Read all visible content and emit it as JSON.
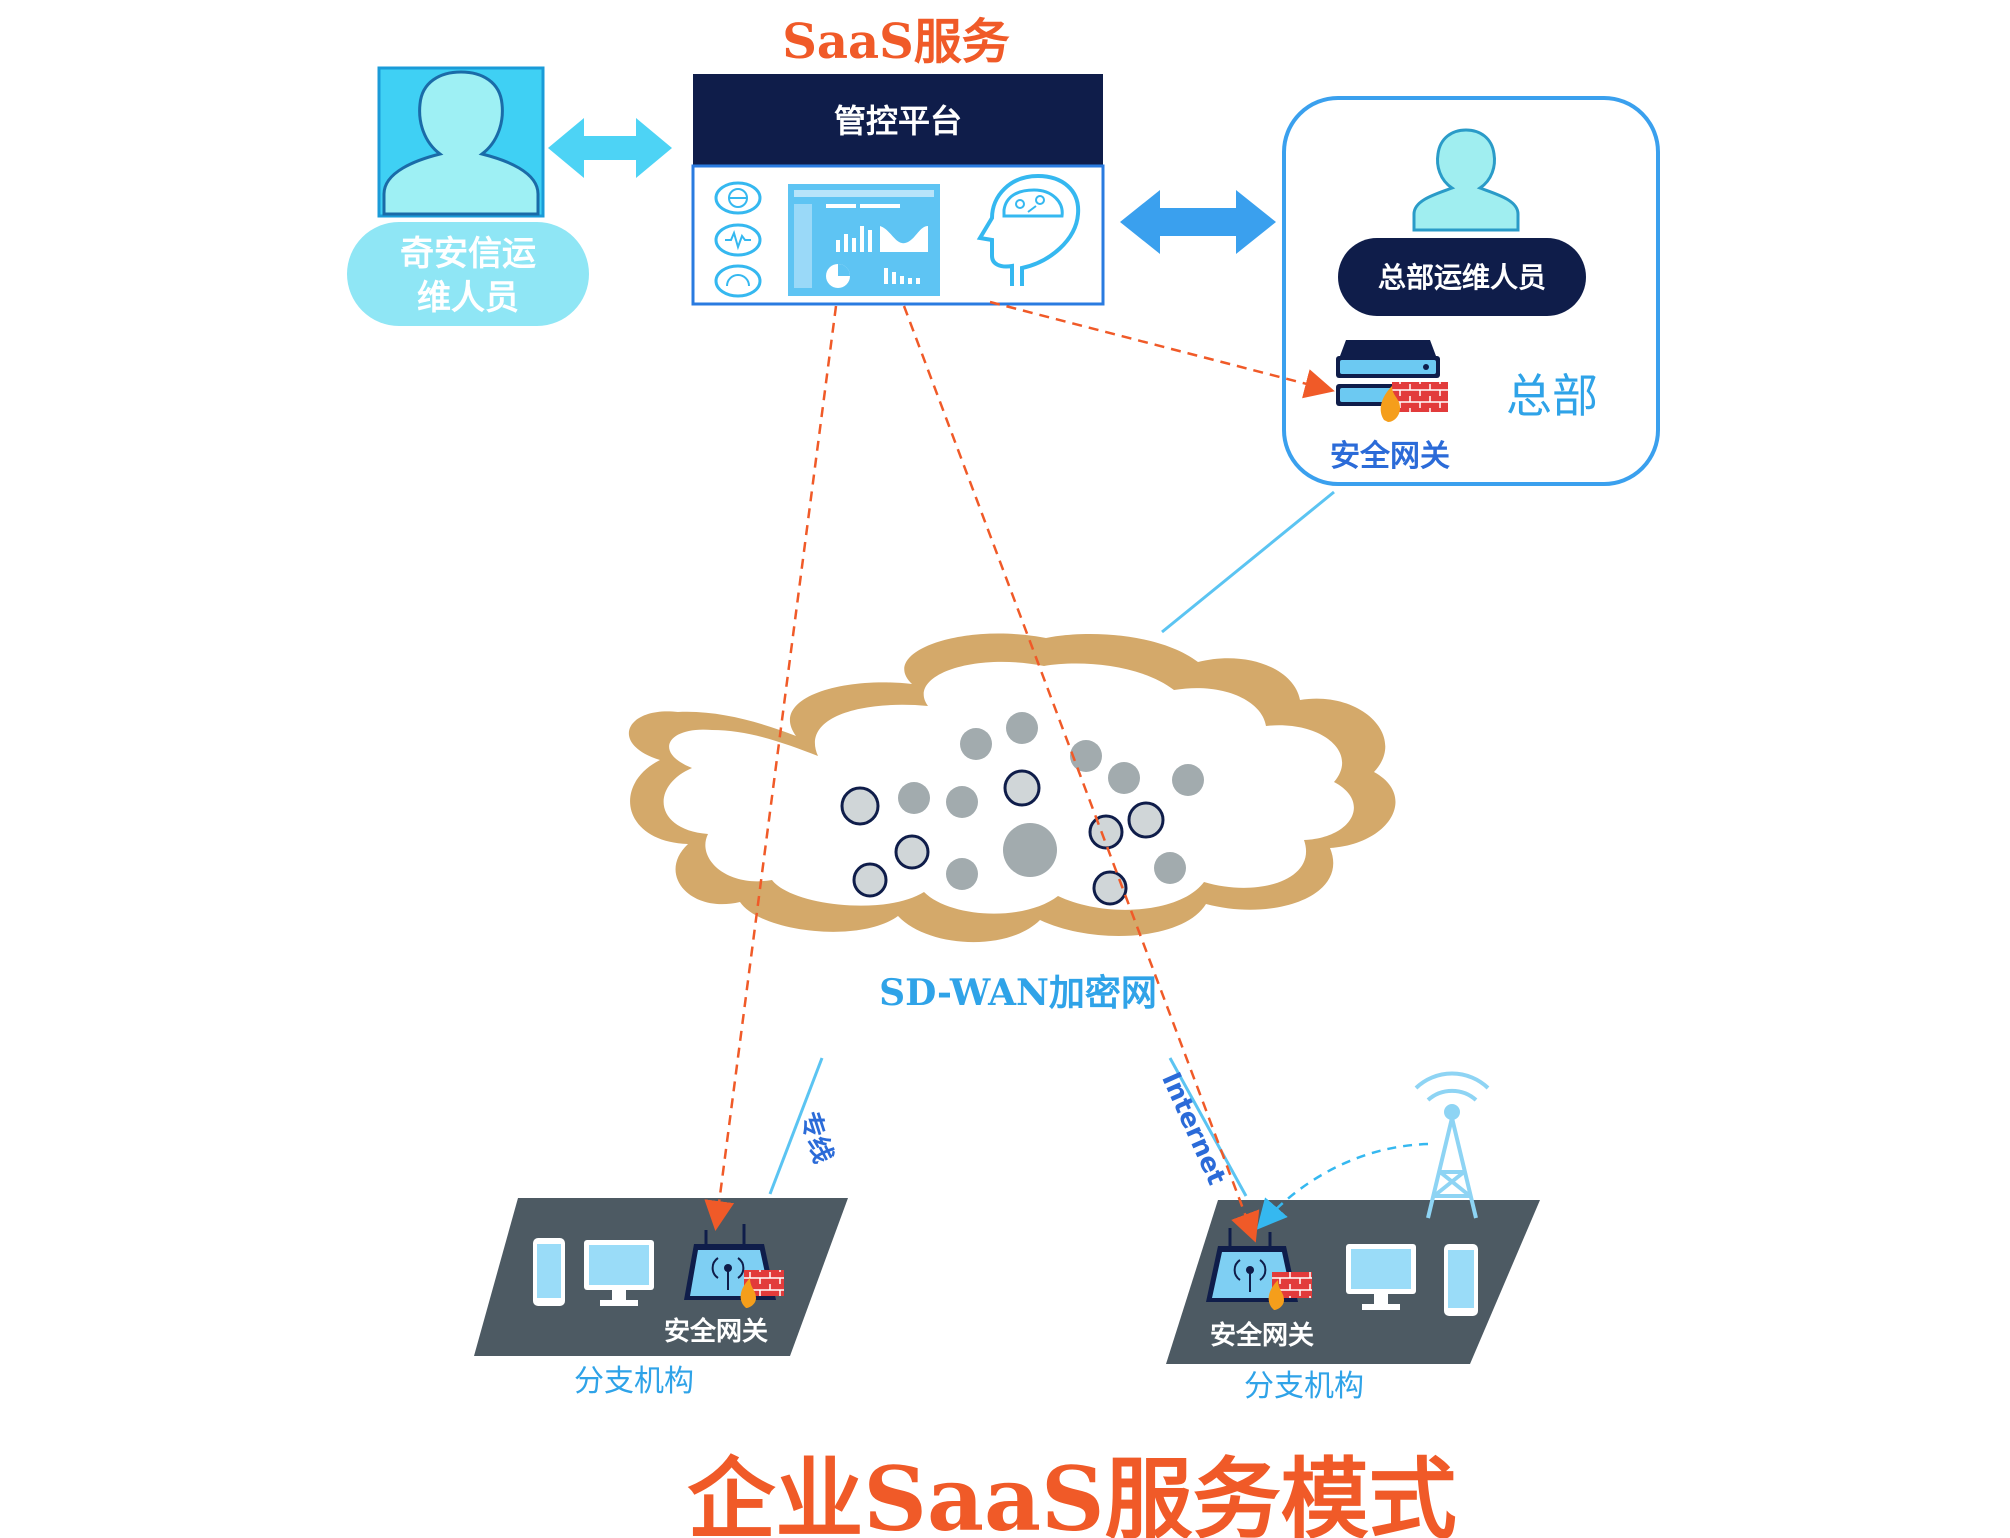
{
  "saas_label": "SaaS服务",
  "platform": {
    "title": "管控平台"
  },
  "qianxin_ops": {
    "label_line1": "奇安信运",
    "label_line2": "维人员"
  },
  "hq": {
    "ops_label": "总部运维人员",
    "name": "总部",
    "gateway_label": "安全网关"
  },
  "network": {
    "label": "SD-WAN加密网"
  },
  "branch_left": {
    "gateway_label": "安全网关",
    "name": "分支机构",
    "link_label": "专线"
  },
  "branch_right": {
    "gateway_label": "安全网关",
    "name": "分支机构",
    "link_label": "Internet"
  },
  "footer_title": "企业SaaS服务模式",
  "colors": {
    "accent_orange": "#F05A28",
    "navy": "#0F1D4A",
    "sky": "#35B8F0",
    "cloud": "#D4A96A",
    "platform_border": "#2A7BE0"
  },
  "icons": {
    "person": "person-icon",
    "gateway": "firewall-server-icon",
    "router": "wifi-router-icon",
    "tower": "signal-tower-icon",
    "monitor": "monitor-icon",
    "phone": "phone-icon"
  }
}
